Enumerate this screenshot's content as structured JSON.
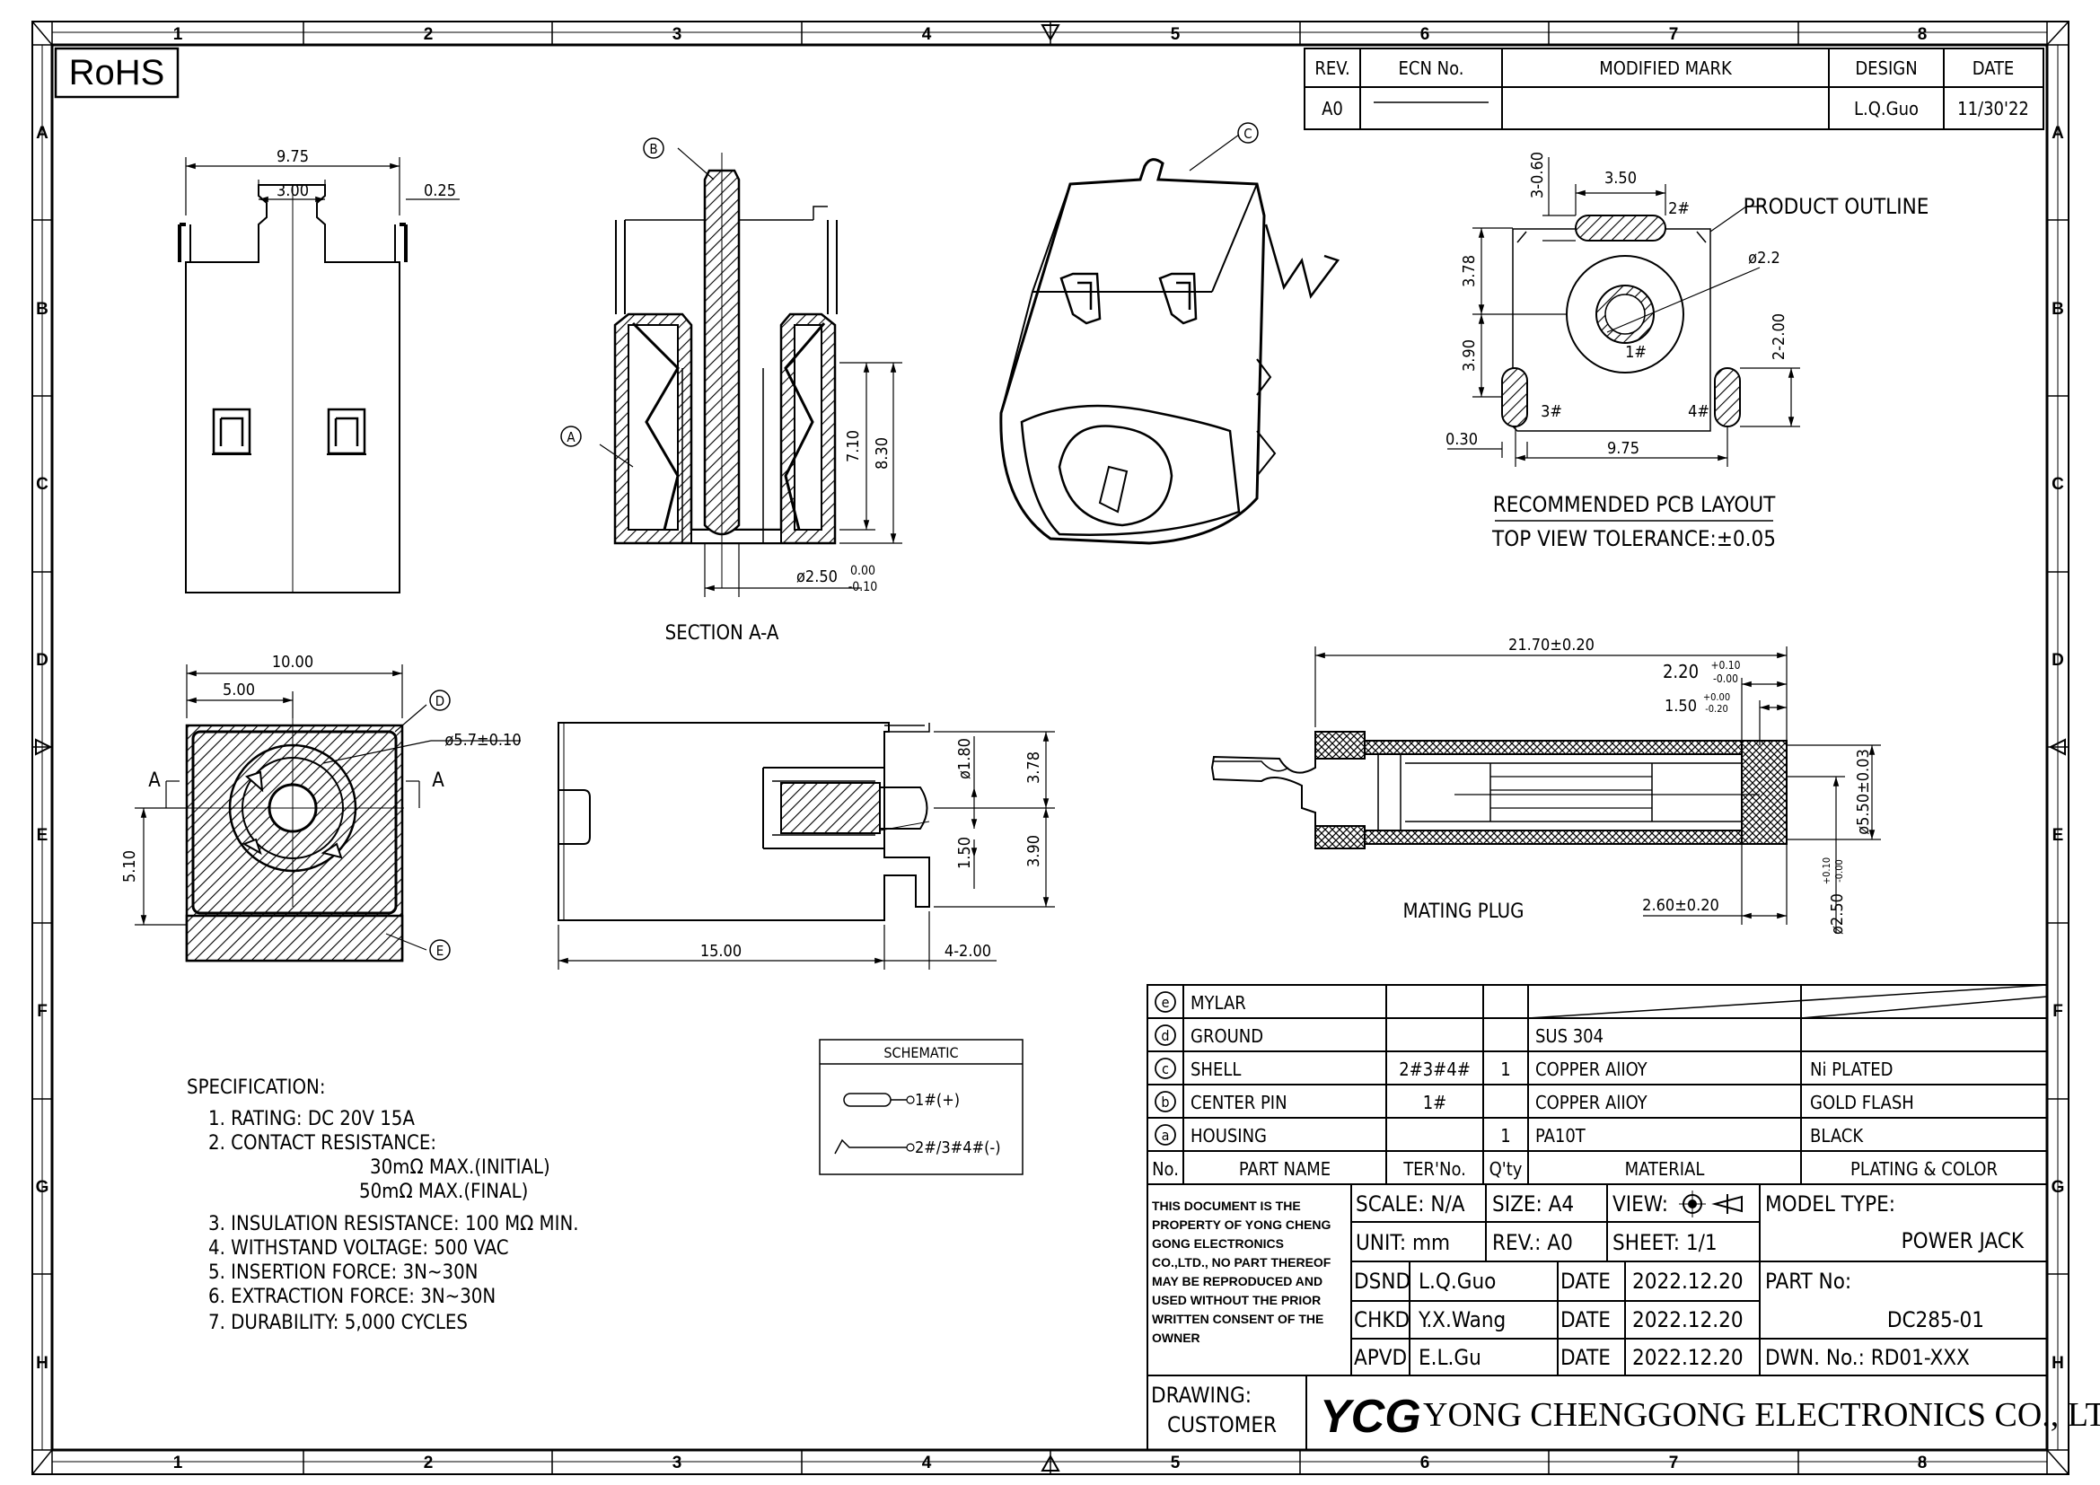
{
  "badge": "RoHS",
  "border": {
    "cols": [
      "1",
      "2",
      "3",
      "4",
      "5",
      "6",
      "7",
      "8"
    ],
    "rows": [
      "A",
      "B",
      "C",
      "D",
      "E",
      "F",
      "G",
      "H"
    ]
  },
  "revision": {
    "headers": [
      "REV.",
      "ECN No.",
      "MODIFIED MARK",
      "DESIGN",
      "DATE"
    ],
    "row": {
      "rev": "A0",
      "ecn": "",
      "mark": "",
      "design": "L.Q.Guo",
      "date": "11/30'22"
    }
  },
  "views": {
    "top": {
      "w": "9.75",
      "slot": "3.00",
      "t": "0.25"
    },
    "section": {
      "title": "SECTION A-A",
      "d1": "7.10",
      "d2": "8.30",
      "pin_base": "ø2.50",
      "pin_up": "0.00",
      "pin_lo": "-0.10",
      "callB": "B",
      "callA": "A"
    },
    "iso": {
      "callC": "C"
    },
    "pcb": {
      "h1": "3-0.60",
      "w1": "3.50",
      "p2": "2#",
      "outline": "PRODUCT OUTLINE",
      "hole": "ø2.2",
      "v1": "3.78",
      "v2": "3.90",
      "p1": "1#",
      "v3": "2-2.00",
      "p3": "3#",
      "p4": "4#",
      "w2": "0.30",
      "w3": "9.75",
      "cap1": "RECOMMENDED PCB LAYOUT",
      "cap2": "TOP VIEW TOLERANCE:±0.05"
    },
    "front": {
      "w1": "10.00",
      "w2": "5.00",
      "dia": "ø5.7±0.10",
      "h": "5.10",
      "secL": "A",
      "secR": "A",
      "callD": "D",
      "callE": "E"
    },
    "side": {
      "d1": "ø1.80",
      "d2": "1.50",
      "v1": "3.78",
      "v2": "3.90",
      "len": "15.00",
      "tail": "4-2.00"
    },
    "plug": {
      "len": "21.70±0.20",
      "a_base": "2.20",
      "a_up": "+0.10",
      "a_lo": "-0.00",
      "b_base": "1.50",
      "b_up": "+0.00",
      "b_lo": "-0.20",
      "od": "ø5.50±0.03",
      "id_base": "ø2.50",
      "id_up": "+0.10",
      "id_lo": "-0.00",
      "inner": "2.60±0.20",
      "title": "MATING PLUG"
    }
  },
  "schematic": {
    "title": "SCHEMATIC",
    "pos": "1#(+)",
    "neg": "2#/3#4#(-)"
  },
  "specification": {
    "title": "SPECIFICATION:",
    "lines": [
      "1. RATING: DC 20V 15A",
      "2. CONTACT RESISTANCE:",
      "30mΩ MAX.(INITIAL)",
      "50mΩ MAX.(FINAL)",
      "3. INSULATION RESISTANCE: 100 MΩ MIN.",
      "4. WITHSTAND VOLTAGE: 500 VAC",
      "5. INSERTION FORCE: 3N~30N",
      "6. EXTRACTION FORCE: 3N~30N",
      "7. DURABILITY: 5,000 CYCLES"
    ]
  },
  "bom": {
    "header": {
      "no": "No.",
      "name": "PART NAME",
      "ter": "TER'No.",
      "qty": "Q'ty",
      "material": "MATERIAL",
      "plating": "PLATING & COLOR"
    },
    "rows": [
      {
        "mark": "e",
        "name": "MYLAR",
        "ter": "",
        "qty": "",
        "material": "",
        "plating": ""
      },
      {
        "mark": "d",
        "name": "GROUND",
        "ter": "",
        "qty": "",
        "material": "SUS 304",
        "plating": ""
      },
      {
        "mark": "c",
        "name": "SHELL",
        "ter": "2#3#4#",
        "qty": "1",
        "material": "COPPER AlIOY",
        "plating": "Ni PLATED"
      },
      {
        "mark": "b",
        "name": "CENTER PIN",
        "ter": "1#",
        "qty": "",
        "material": "COPPER AlIOY",
        "plating": "GOLD FLASH"
      },
      {
        "mark": "a",
        "name": "HOUSING",
        "ter": "",
        "qty": "1",
        "material": "PA10T",
        "plating": "BLACK"
      }
    ]
  },
  "title_block": {
    "notice": [
      "THIS DOCUMENT IS THE",
      "PROPERTY OF YONG CHENG",
      "GONG ELECTRONICS",
      "CO.,LTD., NO PART THEREOF",
      "MAY BE REPRODUCED AND",
      "USED WITHOUT THE PRIOR",
      "WRITTEN CONSENT OF THE",
      "OWNER"
    ],
    "scale": "SCALE: N/A",
    "size": "SIZE:  A4",
    "view": "VIEW:",
    "unit": "UNIT:  mm",
    "rev": "REV.:  A0",
    "sheet": "SHEET:  1/1",
    "dsnd_l": "DSND",
    "dsnd_v": "L.Q.Guo",
    "chkd_l": "CHKD",
    "chkd_v": "Y.X.Wang",
    "apvd_l": "APVD",
    "apvd_v": "E.L.Gu",
    "date_l": "DATE",
    "date_v": "2022.12.20",
    "model_l": "MODEL TYPE:",
    "model_v": "POWER JACK",
    "part_l": "PART No:",
    "part_v": "DC285-01",
    "dwn": "DWN. No.: RD01-XXX",
    "drawing": "DRAWING:",
    "customer": "CUSTOMER",
    "logo": "YCG",
    "company": "YONG CHENGGONG ELECTRONICS CO., LTD."
  }
}
